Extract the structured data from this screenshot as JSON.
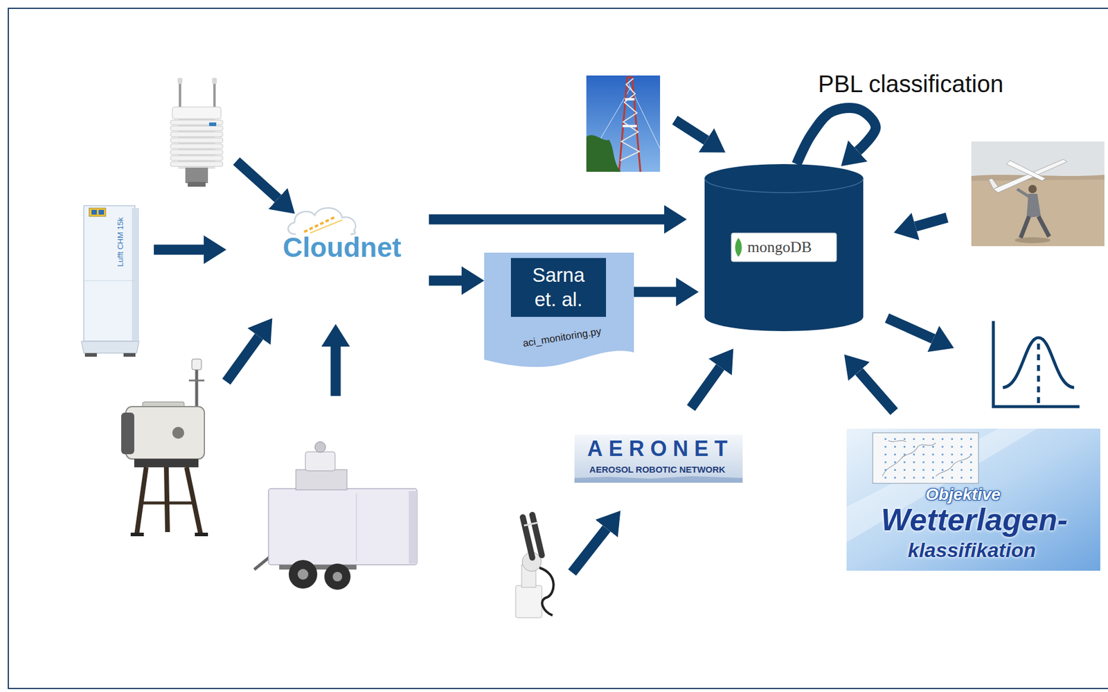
{
  "diagram": {
    "nodes": [
      {
        "text": [
          "Cloudnet"
        ]
      },
      {
        "text": [
          "Sarna et. al.",
          "aci_monitoring.py"
        ]
      },
      {
        "text": [
          "mongoDB"
        ]
      },
      {
        "text": [
          "AERONET",
          "AEROSOL ROBOTIC NETWORK"
        ]
      },
      {
        "text": [
          "Objektive",
          "Wetterlagen-",
          "klassifikation"
        ]
      }
    ],
    "edges": [
      {
        "from": 0,
        "to": 2,
        "arrow": "to"
      },
      {
        "from": 0,
        "to": 1,
        "arrow": "to"
      },
      {
        "from": 1,
        "to": 2,
        "arrow": "to"
      },
      {
        "from": 2,
        "to": 2,
        "arrow": "to",
        "label": "PBL classification"
      },
      {
        "from": 3,
        "to": 2,
        "arrow": "to"
      },
      {
        "from": 4,
        "to": 2,
        "arrow": "to"
      }
    ],
    "labels": [
      "Lufft CHM 15k"
    ]
  }
}
